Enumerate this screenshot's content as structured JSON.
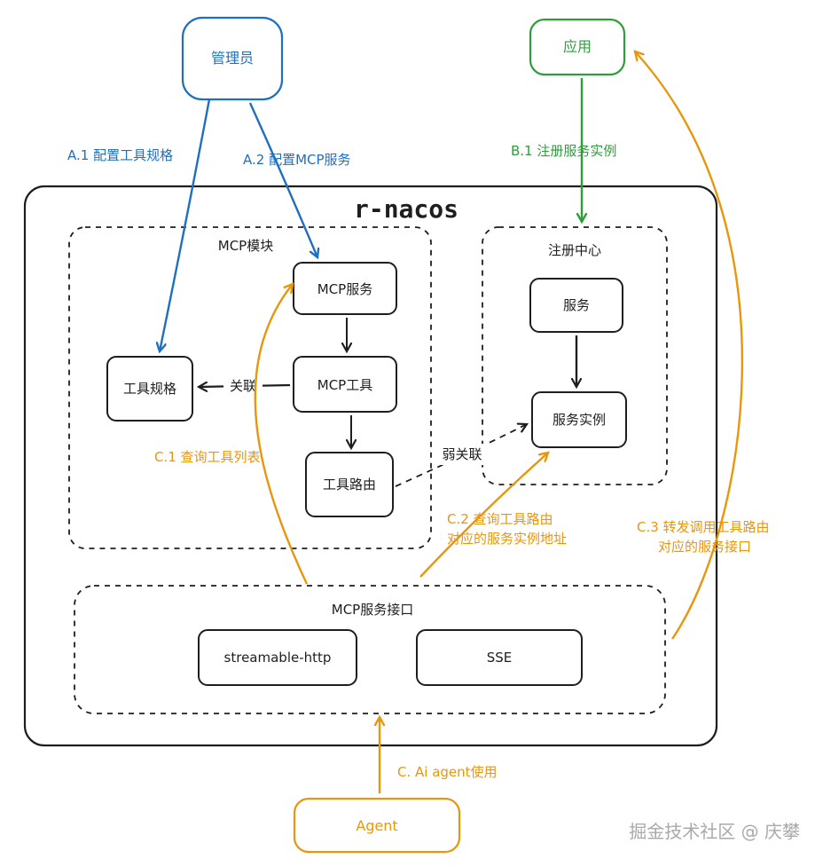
{
  "diagram": {
    "title": "r-nacos",
    "watermark": "掘金技术社区 @ 庆攀",
    "colors": {
      "blue": "#1f6fbf",
      "green": "#2e9e3a",
      "orange": "#e8960c",
      "black": "#1e1e1e"
    },
    "actors": {
      "admin": "管理员",
      "app": "应用",
      "agent": "Agent"
    },
    "mcp_module": {
      "label": "MCP模块",
      "service": "MCP服务",
      "tool": "MCP工具",
      "route": "工具路由",
      "spec": "工具规格",
      "relation": "关联"
    },
    "registry": {
      "label": "注册中心",
      "service": "服务",
      "instance": "服务实例"
    },
    "interface": {
      "label": "MCP服务接口",
      "streamable": "streamable-http",
      "sse": "SSE"
    },
    "edges": {
      "a1": "A.1 配置工具规格",
      "a2": "A.2 配置MCP服务",
      "b1": "B.1 注册服务实例",
      "weak": "弱关联",
      "c1": "C.1 查询工具列表",
      "c2_line1": "C.2 查询工具路由",
      "c2_line2": "对应的服务实例地址",
      "c3_line1": "C.3 转发调用工具路由",
      "c3_line2": "对应的服务接口",
      "c": "C. Ai agent使用"
    }
  }
}
